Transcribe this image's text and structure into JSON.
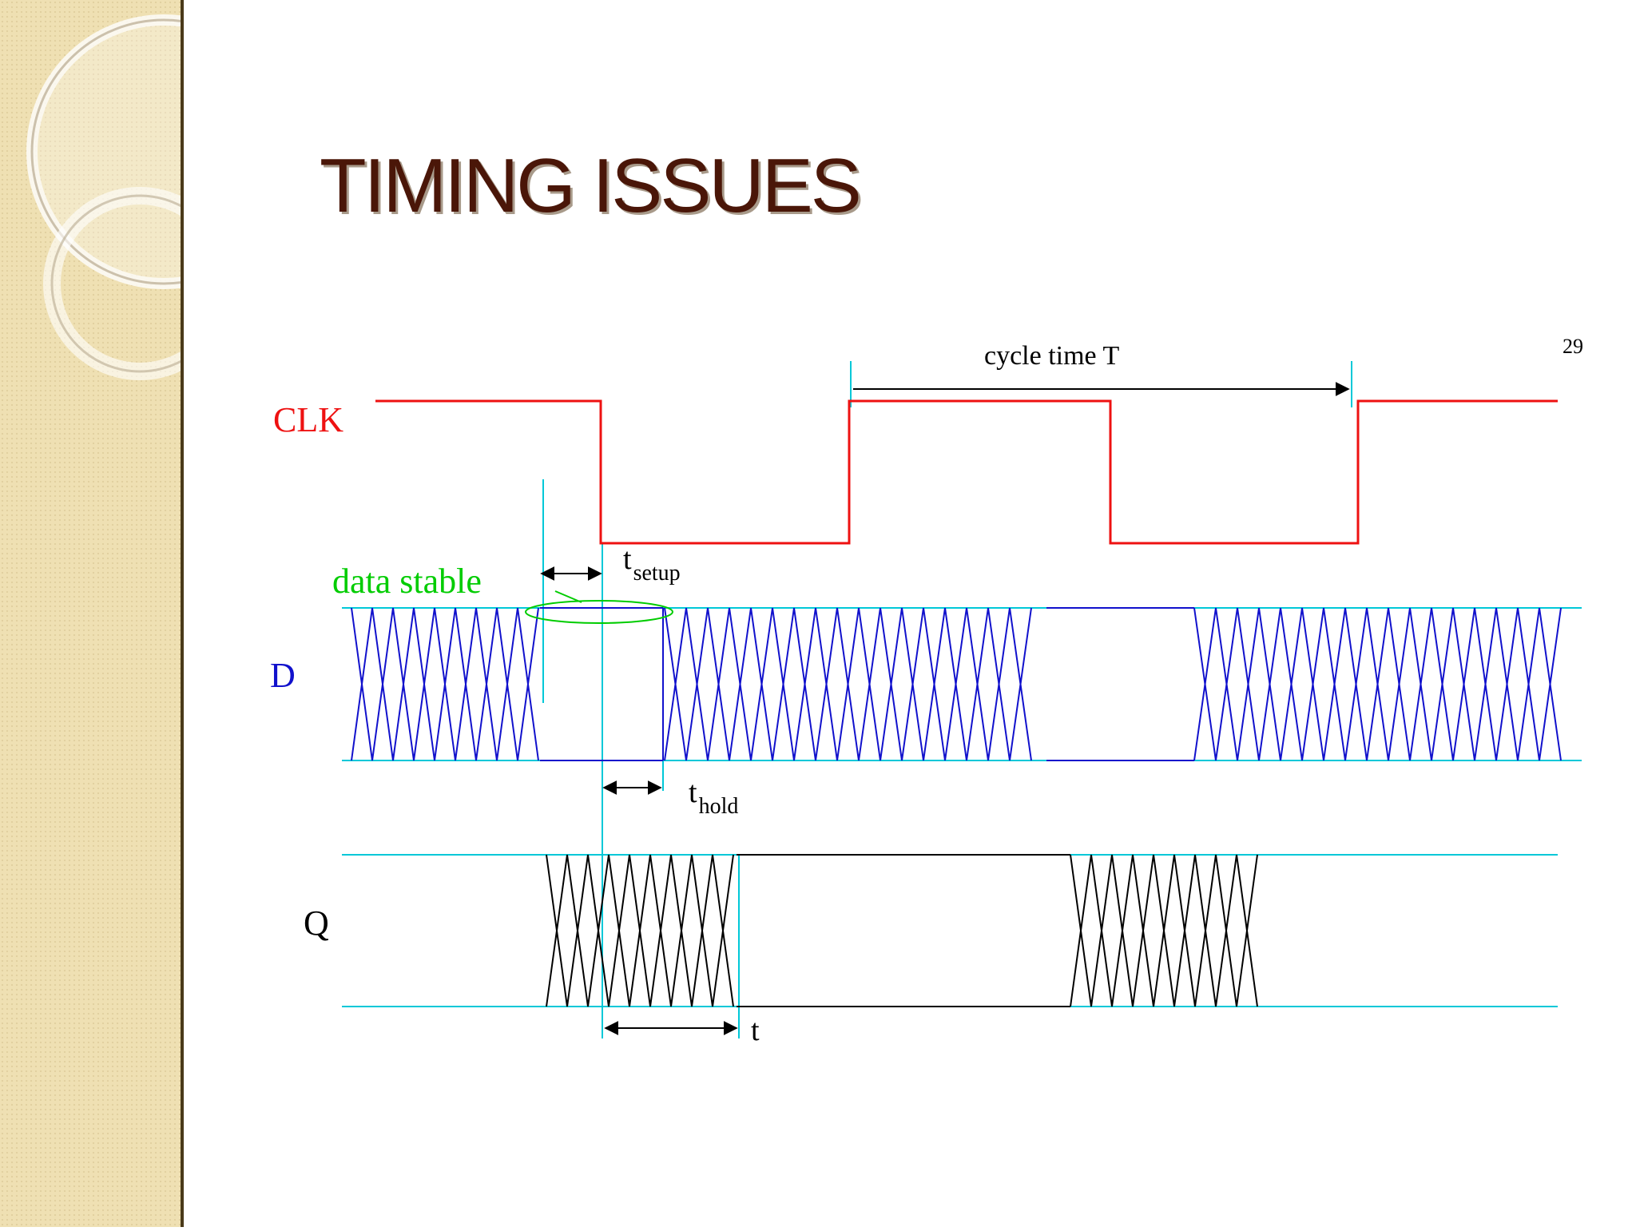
{
  "slide": {
    "title": "TIMING ISSUES",
    "page_number": "29"
  },
  "diagram": {
    "signals": {
      "clk": "CLK",
      "d": "D",
      "q": "Q"
    },
    "annotations": {
      "cycle_time": "cycle time T",
      "data_stable": "data stable",
      "t_setup_base": "t",
      "t_setup_sub": "setup",
      "t_hold_base": "t",
      "t_hold_sub": "hold",
      "t_q_base": "t"
    },
    "colors": {
      "clk": "#ee1111",
      "d": "#1111cc",
      "q": "#000000",
      "marker": "#00c8d8",
      "data_stable": "#00cc00",
      "title": "#4a1608",
      "sidebar": "#efe0b3"
    }
  }
}
